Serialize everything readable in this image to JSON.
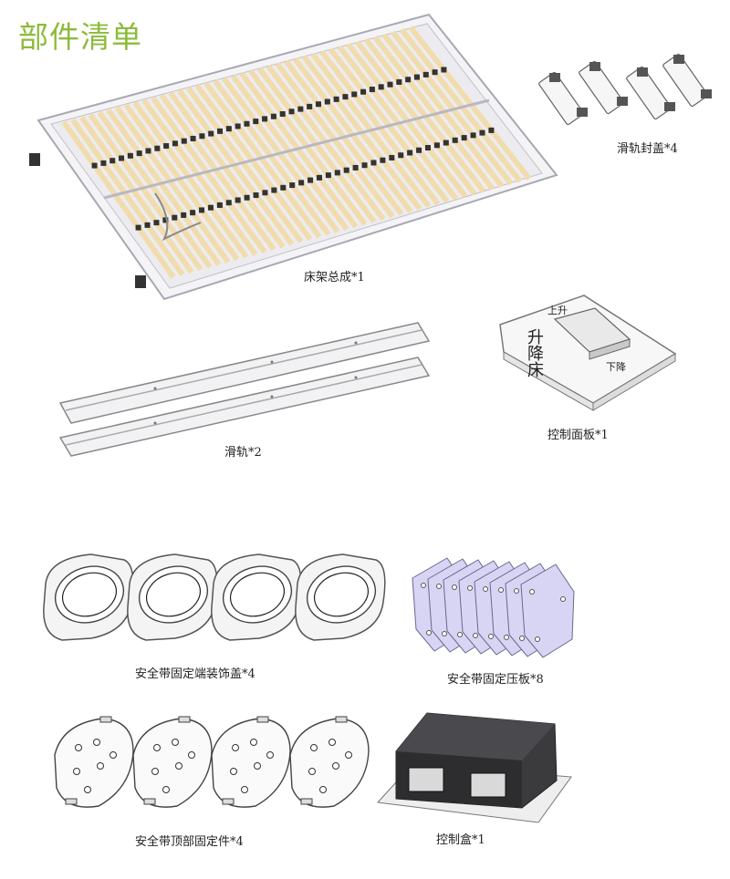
{
  "title": "部件清单",
  "parts": {
    "bed_frame": {
      "label": "床架总成*1"
    },
    "rail_cover": {
      "label": "滑轨封盖*4"
    },
    "rail": {
      "label": "滑轨*2"
    },
    "control_panel": {
      "label": "控制面板*1",
      "text_up": "上升",
      "text_down": "下降",
      "text_side": "升降床"
    },
    "belt_end_cover": {
      "label": "安全带固定端装饰盖*4"
    },
    "belt_press_plate": {
      "label": "安全带固定压板*8"
    },
    "belt_top_mount": {
      "label": "安全带顶部固定件*4"
    },
    "control_box": {
      "label": "控制盒*1"
    }
  }
}
